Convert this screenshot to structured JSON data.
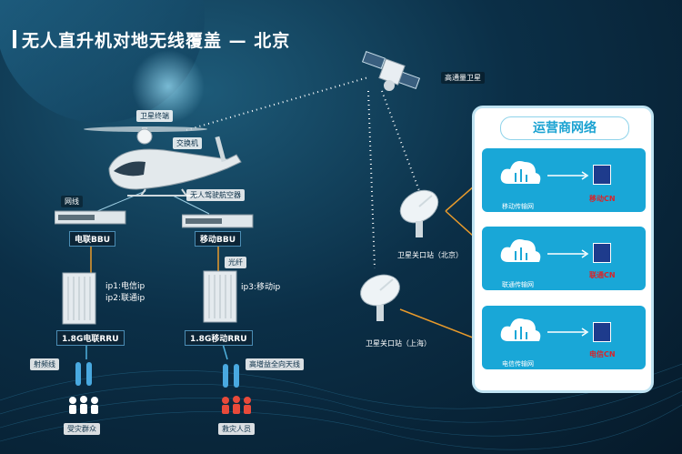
{
  "title": "无人直升机对地无线覆盖 — 北京",
  "satellite": {
    "label": "高通量卫星"
  },
  "helicopter": {
    "sat_terminal": "卫星终端",
    "switch": "交换机",
    "network_cable": "网线",
    "controller": "无人驾驶航空器"
  },
  "left_chain": {
    "bbu": "电联BBU",
    "ip_lines": [
      "ip1:电信ip",
      "ip2:联通ip"
    ],
    "rru": "1.8G电联RRU",
    "feeder": "射频线",
    "people": "受灾群众"
  },
  "right_chain": {
    "bbu": "移动BBU",
    "fiber": "光纤",
    "ip_lines": [
      "ip3:移动ip"
    ],
    "rru": "1.8G移动RRU",
    "antenna": "高增益全向天线",
    "people": "救灾人员"
  },
  "stations": {
    "beijing": "卫星关口站（北京）",
    "shanghai": "卫星关口站（上海）"
  },
  "operator_panel": {
    "title": "运营商网络",
    "networks": [
      {
        "transport": "移动传输网",
        "core": "移动CN"
      },
      {
        "transport": "联通传输网",
        "core": "联通CN"
      },
      {
        "transport": "电信传输网",
        "core": "电信CN"
      }
    ]
  },
  "colors": {
    "background": "#0b2f47",
    "card_blue": "#19a7d7",
    "core_red": "#d8242a",
    "panel_title": "#1aa2d1",
    "link_orange": "#e89a2b"
  }
}
